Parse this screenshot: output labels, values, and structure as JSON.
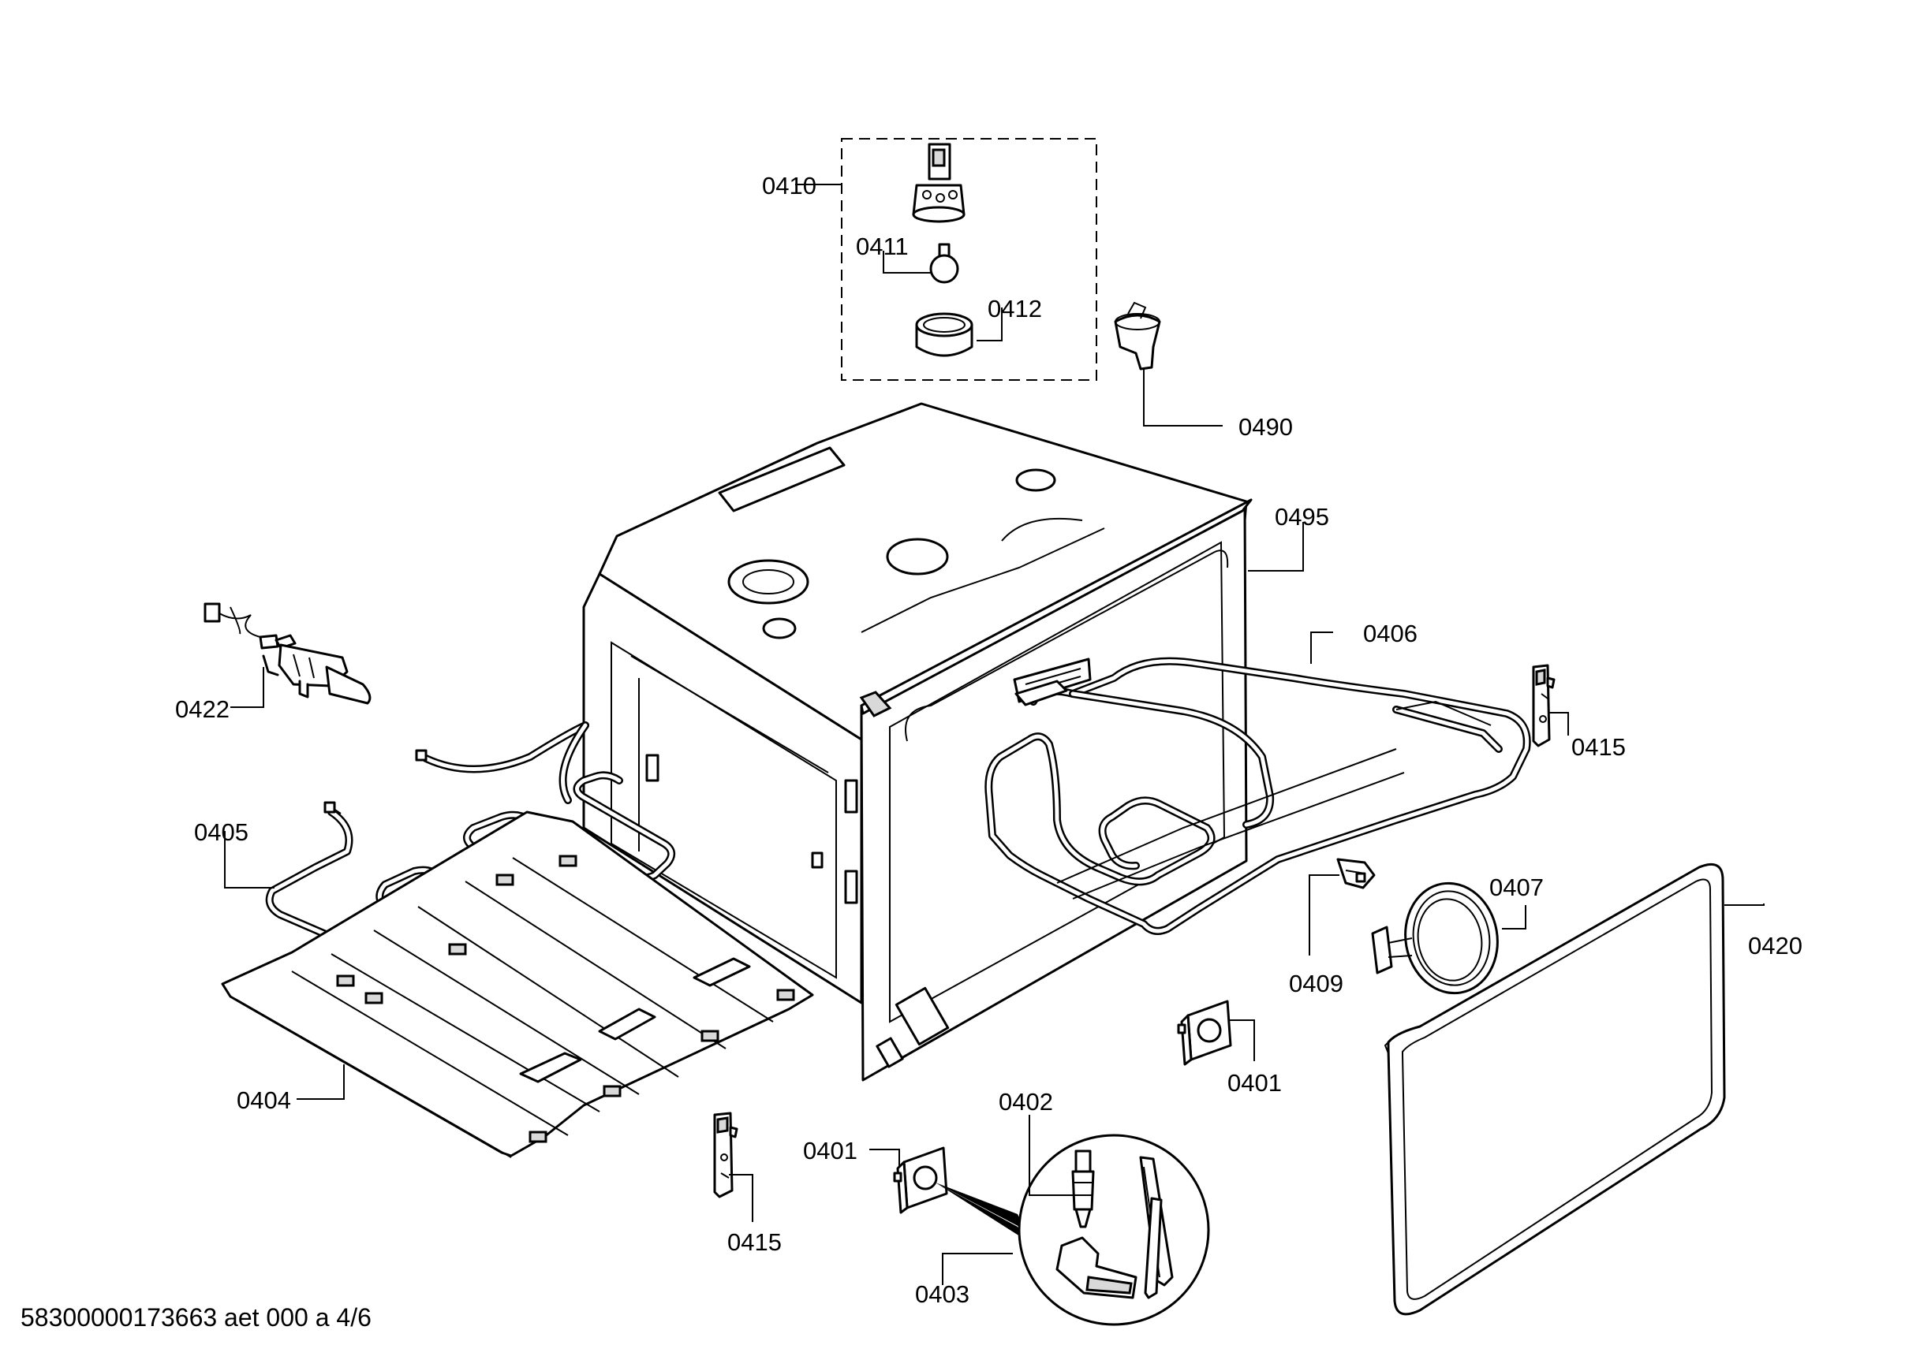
{
  "document_ref": "58300000173663 aet 000 a 4/6",
  "callouts": {
    "c0410": "0410",
    "c0411": "0411",
    "c0412": "0412",
    "c0490": "0490",
    "c0495": "0495",
    "c0406": "0406",
    "c0422": "0422",
    "c0415a": "0415",
    "c0415b": "0415",
    "c0405": "0405",
    "c0407": "0407",
    "c0420": "0420",
    "c0409": "0409",
    "c0401a": "0401",
    "c0401b": "0401",
    "c0402": "0402",
    "c0403": "0403",
    "c0404": "0404"
  },
  "colors": {
    "line": "#000000",
    "background": "#ffffff",
    "shade": "#d9d9d9"
  }
}
